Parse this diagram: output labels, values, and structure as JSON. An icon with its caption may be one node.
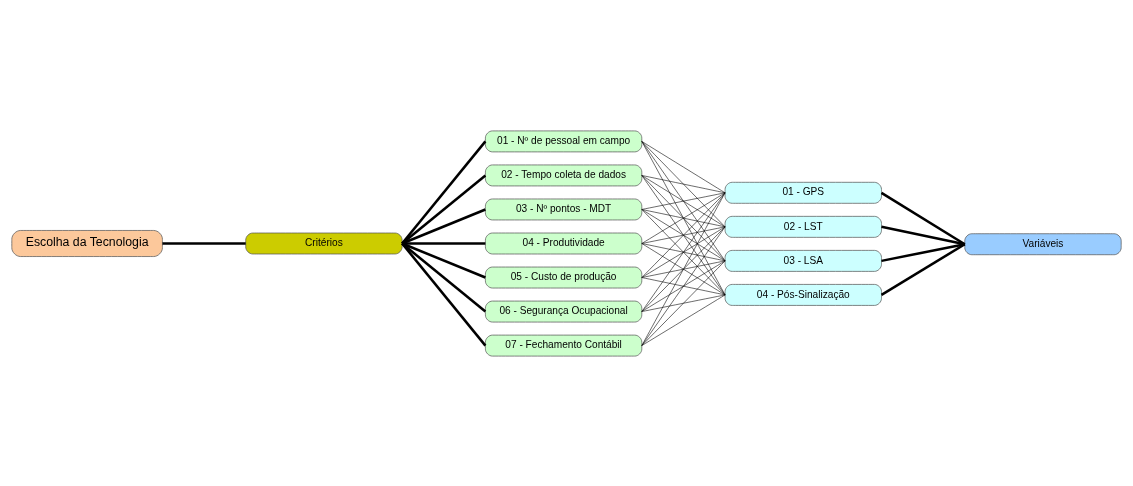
{
  "diagram": {
    "nodes": [
      {
        "text": [
          "Escolha da Tecnologia"
        ]
      },
      {
        "text": [
          "Critérios"
        ]
      },
      {
        "text": [
          "01 - Nº de pessoal em campo"
        ]
      },
      {
        "text": [
          "02 - Tempo coleta de dados"
        ]
      },
      {
        "text": [
          "03 - Nº pontos - MDT"
        ]
      },
      {
        "text": [
          "04 - Produtividade"
        ]
      },
      {
        "text": [
          "05 - Custo de produção"
        ]
      },
      {
        "text": [
          "06 - Segurança Ocupacional"
        ]
      },
      {
        "text": [
          "07 - Fechamento Contábil"
        ]
      },
      {
        "text": [
          "Variáveis"
        ]
      },
      {
        "text": [
          "01 - GPS"
        ]
      },
      {
        "text": [
          "02 - LST"
        ]
      },
      {
        "text": [
          "03 - LSA"
        ]
      },
      {
        "text": [
          "04 - Pós-Sinalização"
        ]
      }
    ],
    "edges": [
      {
        "from": 0,
        "to": 1,
        "arrow": "none",
        "style": "thick"
      },
      {
        "from": 1,
        "to": 2,
        "arrow": "none",
        "style": "thick"
      },
      {
        "from": 1,
        "to": 3,
        "arrow": "none",
        "style": "thick"
      },
      {
        "from": 1,
        "to": 4,
        "arrow": "none",
        "style": "thick"
      },
      {
        "from": 1,
        "to": 5,
        "arrow": "none",
        "style": "thick"
      },
      {
        "from": 1,
        "to": 6,
        "arrow": "none",
        "style": "thick"
      },
      {
        "from": 1,
        "to": 7,
        "arrow": "none",
        "style": "thick"
      },
      {
        "from": 1,
        "to": 8,
        "arrow": "none",
        "style": "thick"
      },
      {
        "from": 10,
        "to": 9,
        "arrow": "none",
        "style": "thick"
      },
      {
        "from": 11,
        "to": 9,
        "arrow": "none",
        "style": "thick"
      },
      {
        "from": 12,
        "to": 9,
        "arrow": "none",
        "style": "thick"
      },
      {
        "from": 13,
        "to": 9,
        "arrow": "none",
        "style": "thick"
      },
      {
        "from": 2,
        "to": 10,
        "arrow": "none"
      },
      {
        "from": 2,
        "to": 11,
        "arrow": "none"
      },
      {
        "from": 2,
        "to": 12,
        "arrow": "none"
      },
      {
        "from": 2,
        "to": 13,
        "arrow": "none"
      },
      {
        "from": 3,
        "to": 10,
        "arrow": "none"
      },
      {
        "from": 3,
        "to": 11,
        "arrow": "none"
      },
      {
        "from": 3,
        "to": 12,
        "arrow": "none"
      },
      {
        "from": 3,
        "to": 13,
        "arrow": "none"
      },
      {
        "from": 4,
        "to": 10,
        "arrow": "none"
      },
      {
        "from": 4,
        "to": 11,
        "arrow": "none"
      },
      {
        "from": 4,
        "to": 12,
        "arrow": "none"
      },
      {
        "from": 4,
        "to": 13,
        "arrow": "none"
      },
      {
        "from": 5,
        "to": 10,
        "arrow": "none"
      },
      {
        "from": 5,
        "to": 11,
        "arrow": "none"
      },
      {
        "from": 5,
        "to": 12,
        "arrow": "none"
      },
      {
        "from": 5,
        "to": 13,
        "arrow": "none"
      },
      {
        "from": 6,
        "to": 10,
        "arrow": "none"
      },
      {
        "from": 6,
        "to": 11,
        "arrow": "none"
      },
      {
        "from": 6,
        "to": 12,
        "arrow": "none"
      },
      {
        "from": 6,
        "to": 13,
        "arrow": "none"
      },
      {
        "from": 7,
        "to": 10,
        "arrow": "none"
      },
      {
        "from": 7,
        "to": 11,
        "arrow": "none"
      },
      {
        "from": 7,
        "to": 12,
        "arrow": "none"
      },
      {
        "from": 7,
        "to": 13,
        "arrow": "none"
      },
      {
        "from": 8,
        "to": 10,
        "arrow": "none"
      },
      {
        "from": 8,
        "to": 11,
        "arrow": "none"
      },
      {
        "from": 8,
        "to": 12,
        "arrow": "none"
      },
      {
        "from": 8,
        "to": 13,
        "arrow": "none"
      }
    ]
  }
}
